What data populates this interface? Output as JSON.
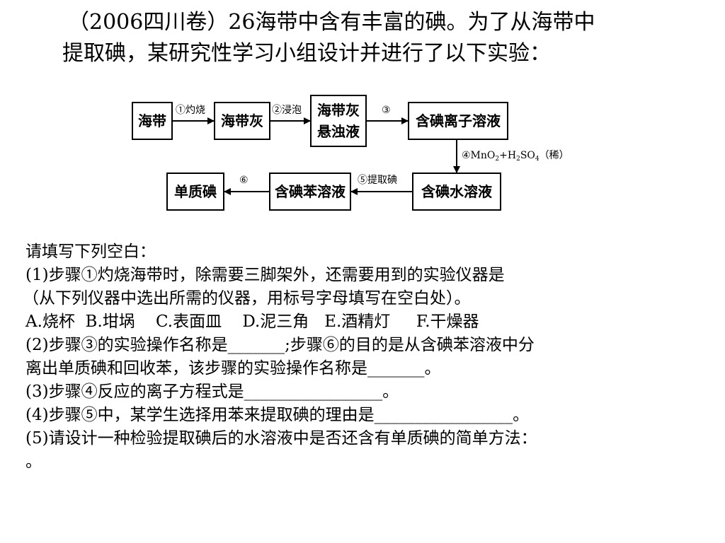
{
  "title": {
    "line1": "（2006四川卷）26海带中含有丰富的碘。为了从海带中",
    "line2": "提取碘，某研究性学习小组设计并进行了以下实验："
  },
  "flow": {
    "nodes": {
      "n1": "海带",
      "n2": "海带灰",
      "n3_a": "海带灰",
      "n3_b": "悬浊液",
      "n4": "含碘离子溶液",
      "n5": "含碘水溶液",
      "n6": "含碘苯溶液",
      "n7": "单质碘"
    },
    "steps": {
      "s1": "①灼烧",
      "s2": "②浸泡",
      "s3": "③",
      "s4_prefix": "④MnO",
      "s4_sub1": "2",
      "s4_mid": "+H",
      "s4_sub2": "2",
      "s4_mid2": "SO",
      "s4_sub3": "4",
      "s4_suffix": "（稀）",
      "s5": "⑤提取碘",
      "s6": "⑥"
    }
  },
  "questions": {
    "intro": "请填写下列空白：",
    "q1_a": "(1)步骤①灼烧海带时，除需要三脚架外，还需要用到的实验仪器是",
    "q1_b": "（从下列仪器中选出所需的仪器，用标号字母填写在空白处）。",
    "q1_options": "A.烧杯  B.坩埚    C.表面皿    D.泥三角   E.酒精灯     F.干燥器",
    "q2_a": "(2)步骤③的实验操作名称是_______;步骤⑥的目的是从含碘苯溶液中分",
    "q2_b": "离出单质碘和回收苯，该步骤的实验操作名称是_______。",
    "q3": "(3)步骤④反应的离子方程式是_________________。",
    "q4": "(4)步骤⑤中，某学生选择用苯来提取碘的理由是_________________。",
    "q5": "(5)请设计一种检验提取碘后的水溶液中是否还含有单质碘的简单方法：",
    "q5_end": "。"
  }
}
